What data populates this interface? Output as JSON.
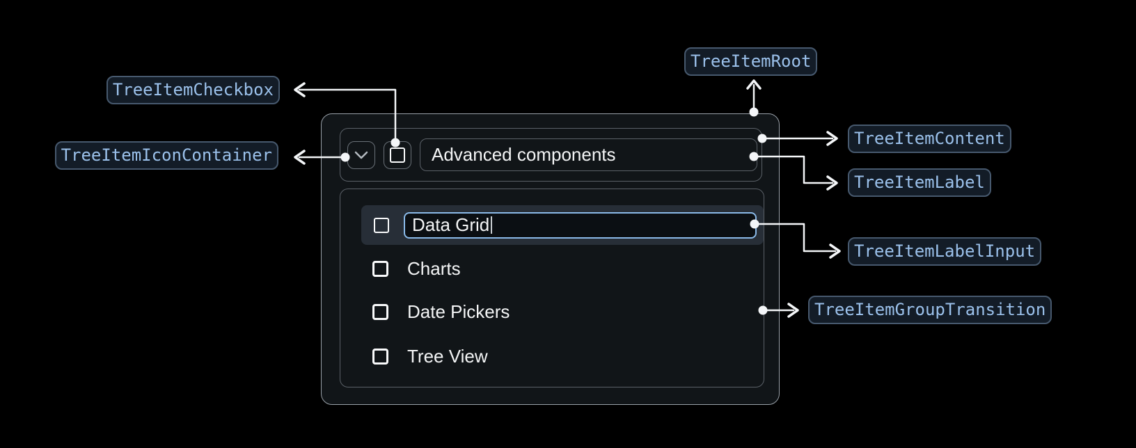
{
  "badges": {
    "root": "TreeItemRoot",
    "checkbox": "TreeItemCheckbox",
    "icon_container": "TreeItemIconContainer",
    "content": "TreeItemContent",
    "label": "TreeItemLabel",
    "label_input": "TreeItemLabelInput",
    "group_transition": "TreeItemGroupTransition"
  },
  "tree": {
    "parent_label": "Advanced components",
    "editing_item": {
      "value": "Data Grid",
      "state": "editing"
    },
    "items": [
      {
        "label": "Charts",
        "checked": false
      },
      {
        "label": "Date Pickers",
        "checked": false
      },
      {
        "label": "Tree View",
        "checked": false
      }
    ]
  },
  "icons": {
    "expand": "chevron-down-icon",
    "checkbox": "checkbox-unchecked-icon"
  },
  "colors": {
    "badge_text": "#9BC1EB",
    "badge_border": "#47596E",
    "badge_background": "#131C27",
    "input_focus_border": "#8ABAE9",
    "selected_row_background": "#272E37",
    "connector": "#F4F6F8"
  }
}
